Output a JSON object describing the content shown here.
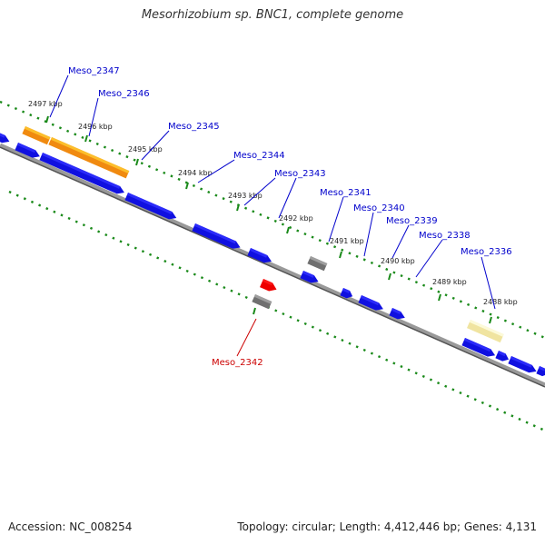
{
  "title": "Mesorhizobium sp. BNC1, complete genome",
  "footer": {
    "accession": "Accession: NC_008254",
    "summary": "Topology: circular; Length: 4,412,446 bp; Genes: 4,131"
  },
  "colors": {
    "gene_forward": "#1010e0",
    "gene_highlight": "#f08a10",
    "gene_pale": "#f0e4a0",
    "gene_grey": "#707070",
    "gene_red": "#ee0000",
    "label_blue": "#0000cc",
    "label_red": "#cc0000",
    "backbone": "#777777",
    "dots": "#1a8a1a"
  },
  "kbp_ticks": [
    "2497 kbp",
    "2496 kbp",
    "2495 kbp",
    "2494 kbp",
    "2493 kbp",
    "2492 kbp",
    "2491 kbp",
    "2490 kbp",
    "2489 kbp",
    "2488 kbp"
  ],
  "gene_labels": [
    "Meso_2347",
    "Meso_2346",
    "Meso_2345",
    "Meso_2344",
    "Meso_2343",
    "Meso_2341",
    "Meso_2340",
    "Meso_2339",
    "Meso_2338",
    "Meso_2336",
    "Meso_2342"
  ]
}
